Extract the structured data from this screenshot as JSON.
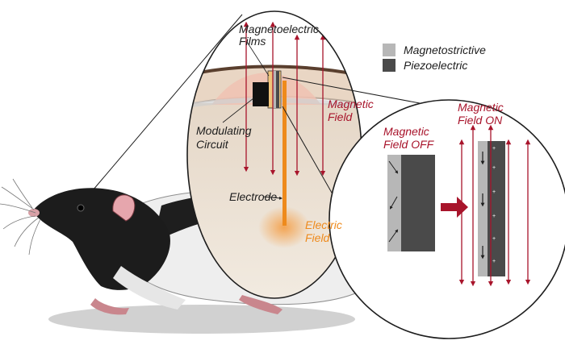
{
  "colors": {
    "field_red": "#a8142b",
    "electrode_orange": "#ee8a1c",
    "magnetostrictive": "#b7b7b7",
    "piezoelectric": "#4a4a4a",
    "text_dark": "#1d1d1d"
  },
  "legend": {
    "magnetostrictive": "Magnetostrictive",
    "piezoelectric": "Piezoelectric"
  },
  "zoom_circle": {
    "films": "Magnetoelectric Films",
    "magnetic_field_line1": "Magnetic",
    "magnetic_field_line2": "Field",
    "modulating_line1": "Modulating",
    "modulating_line2": "Circuit",
    "electrode": "Electrode",
    "electric_field_line1": "Electric",
    "electric_field_line2": "Field"
  },
  "detail_circle": {
    "off_line1": "Magnetic",
    "off_line2": "Field OFF",
    "on_line1": "Magnetic",
    "on_line2": "Field ON"
  }
}
